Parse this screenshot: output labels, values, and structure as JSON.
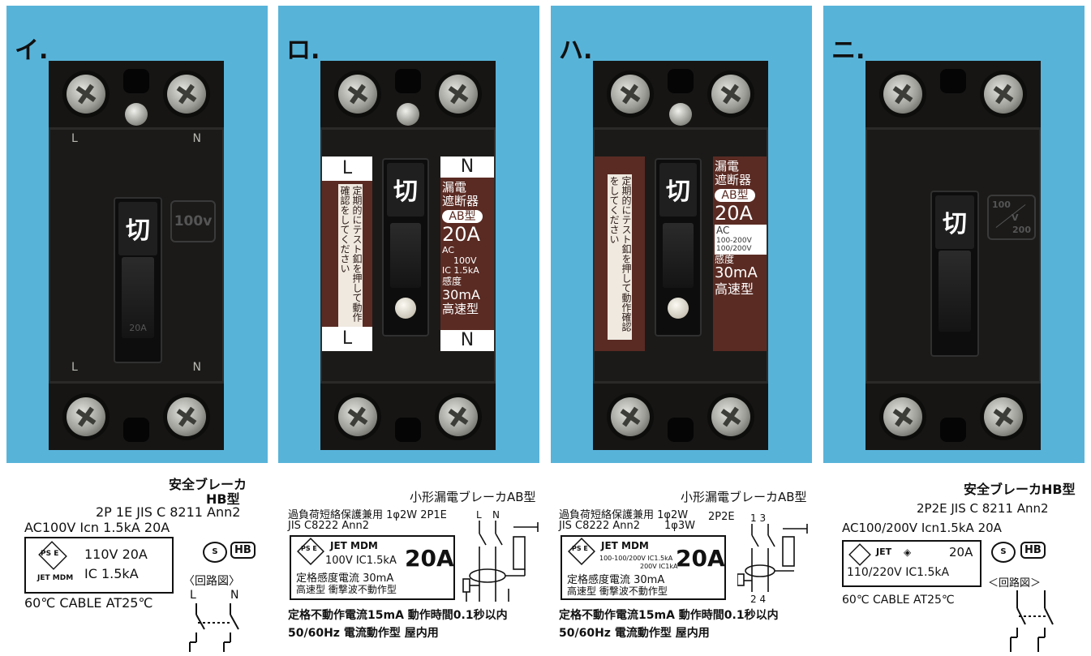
{
  "panels": [
    {
      "label": "イ.",
      "breaker": {
        "top_l": "L",
        "top_n": "N",
        "bot_l": "L",
        "bot_n": "N",
        "switch": "切",
        "badge": "100v",
        "lever_mark": "20A"
      },
      "caption": {
        "brand": "安全ブレーカ",
        "model": "HB型",
        "line1": "2P 1E  JIS C 8211  Ann2",
        "line2": "AC100V  Icn 1.5kA  20A",
        "box_line1": "110V   20A",
        "box_line2": "IC 1.5kA",
        "box_logo1": "PS E",
        "box_logo2": "JET MDM",
        "circuit_label": "〈回路図〉",
        "circuit_l": "L",
        "circuit_n": "N",
        "footer": "60℃ CABLE  AT25℃"
      }
    },
    {
      "label": "ロ.",
      "breaker": {
        "tag_l_top": "L",
        "tag_l_bot": "L",
        "tag_n_top": "N",
        "tag_n_bot": "N",
        "switch": "切",
        "instructions": "定期的にテスト釦を押して動作確認をしてください",
        "spec": [
          "漏電",
          "遮断器",
          "AB型",
          "20A",
          "AC",
          "100V",
          "IC 1.5kA",
          "感度",
          "30mA",
          "高速型"
        ]
      },
      "caption": {
        "title": "小形漏電ブレーカAB型",
        "line1": "過負荷短絡保護兼用   1φ2W 2P1E",
        "line2": "JIS  C8222  Ann2",
        "box_logo": "PS E",
        "box_line1": "JET  MDM",
        "box_line2": "100V IC1.5kA",
        "box_amp": "20A",
        "box_line3": "定格感度電流 30mA",
        "box_line4": "高速型 衝撃波不動作型",
        "circuit_l": "L",
        "circuit_n": "N",
        "footer1": "定格不動作電流15mA  動作時間0.1秒以内",
        "footer2": "50/60Hz   電流動作型  屋内用"
      }
    },
    {
      "label": "ハ.",
      "breaker": {
        "switch": "切",
        "instructions": "定期的にテスト釦を押して動作確認をしてください",
        "spec": [
          "漏電",
          "遮断器",
          "AB型",
          "20A",
          "AC",
          "100-200V",
          "100/200V",
          "感度",
          "30mA",
          "高速型"
        ]
      },
      "caption": {
        "title": "小形漏電ブレーカAB型",
        "line1": "過負荷短絡保護兼用   1φ2W",
        "line1b": "1φ3W",
        "line1c": "2P2E",
        "line2": "JIS  C8222  Ann2",
        "box_logo": "PS E",
        "box_line1": "JET  MDM",
        "box_line2": "100-100/200V IC1.5kA",
        "box_line2b": "200V IC1kA",
        "box_amp": "20A",
        "box_line3": "定格感度電流 30mA",
        "box_line4": "高速型 衝撃波不動作型",
        "circuit_top": "1  3",
        "circuit_bot": "2  4",
        "footer1": "定格不動作電流15mA  動作時間0.1秒以内",
        "footer2": "50/60Hz   電流動作型  屋内用"
      }
    },
    {
      "label": "ニ.",
      "breaker": {
        "switch": "切",
        "badge_top": "100",
        "badge_mid": "V",
        "badge_bot": "200"
      },
      "caption": {
        "brand": "安全ブレーカHB型",
        "line1": "2P2E   JIS C 8211 Ann2",
        "line2": "AC100/200V   Icn1.5kA    20A",
        "box_line1": "JET",
        "box_amp": "20A",
        "box_line2": "110/220V  IC1.5kA",
        "circuit_label": "＜回路図＞",
        "footer": "60℃ CABLE     AT25℃"
      }
    }
  ]
}
